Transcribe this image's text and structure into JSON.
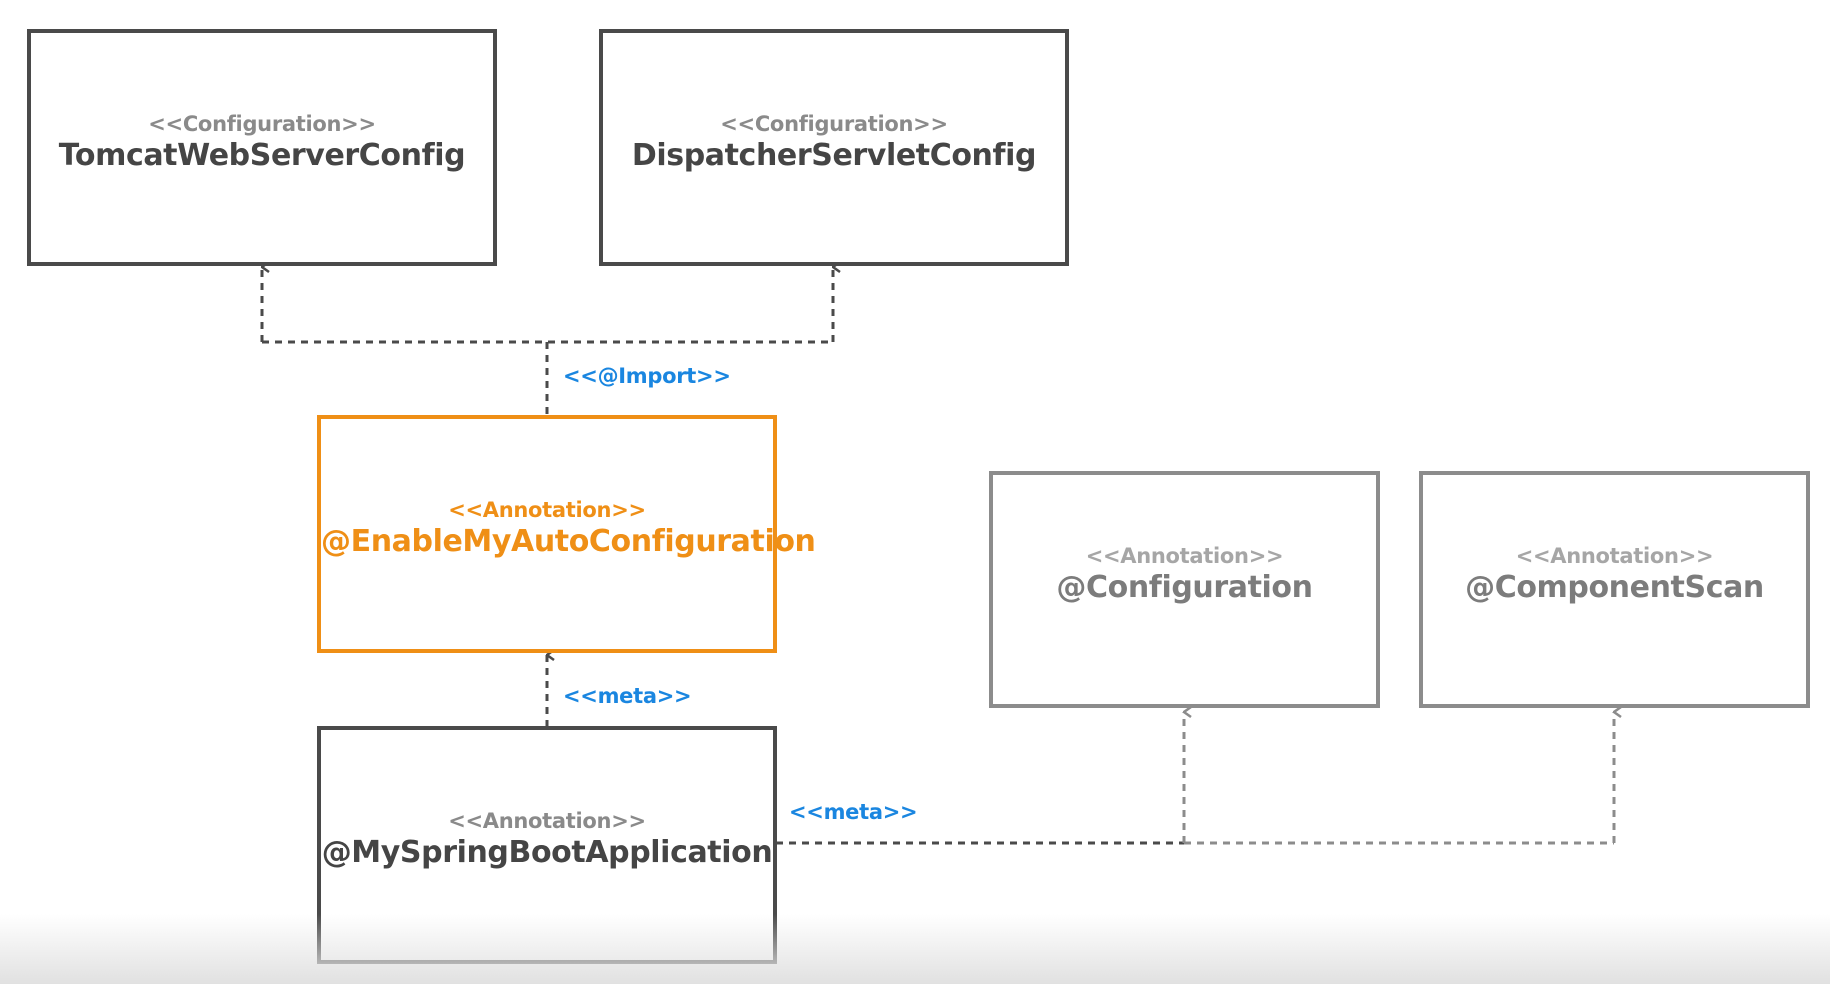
{
  "boxes": {
    "tomcat": {
      "stereotype": "<<Configuration>>",
      "name": "TomcatWebServerConfig"
    },
    "dispatcher": {
      "stereotype": "<<Configuration>>",
      "name": "DispatcherServletConfig"
    },
    "enable_auto": {
      "stereotype": "<<Annotation>>",
      "name": "@EnableMyAutoConfiguration"
    },
    "configuration": {
      "stereotype": "<<Annotation>>",
      "name": "@Configuration"
    },
    "component_scan": {
      "stereotype": "<<Annotation>>",
      "name": "@ComponentScan"
    },
    "spring_boot_app": {
      "stereotype": "<<Annotation>>",
      "name": "@MySpringBootApplication"
    }
  },
  "edge_labels": {
    "import": "<<@Import>>",
    "meta_vertical": "<<meta>>",
    "meta_horizontal": "<<meta>>"
  },
  "colors": {
    "primary_border": "#4a4a4a",
    "highlight": "#ef8f16",
    "muted_border": "#8c8c8c",
    "edge_label": "#1a86e0"
  }
}
